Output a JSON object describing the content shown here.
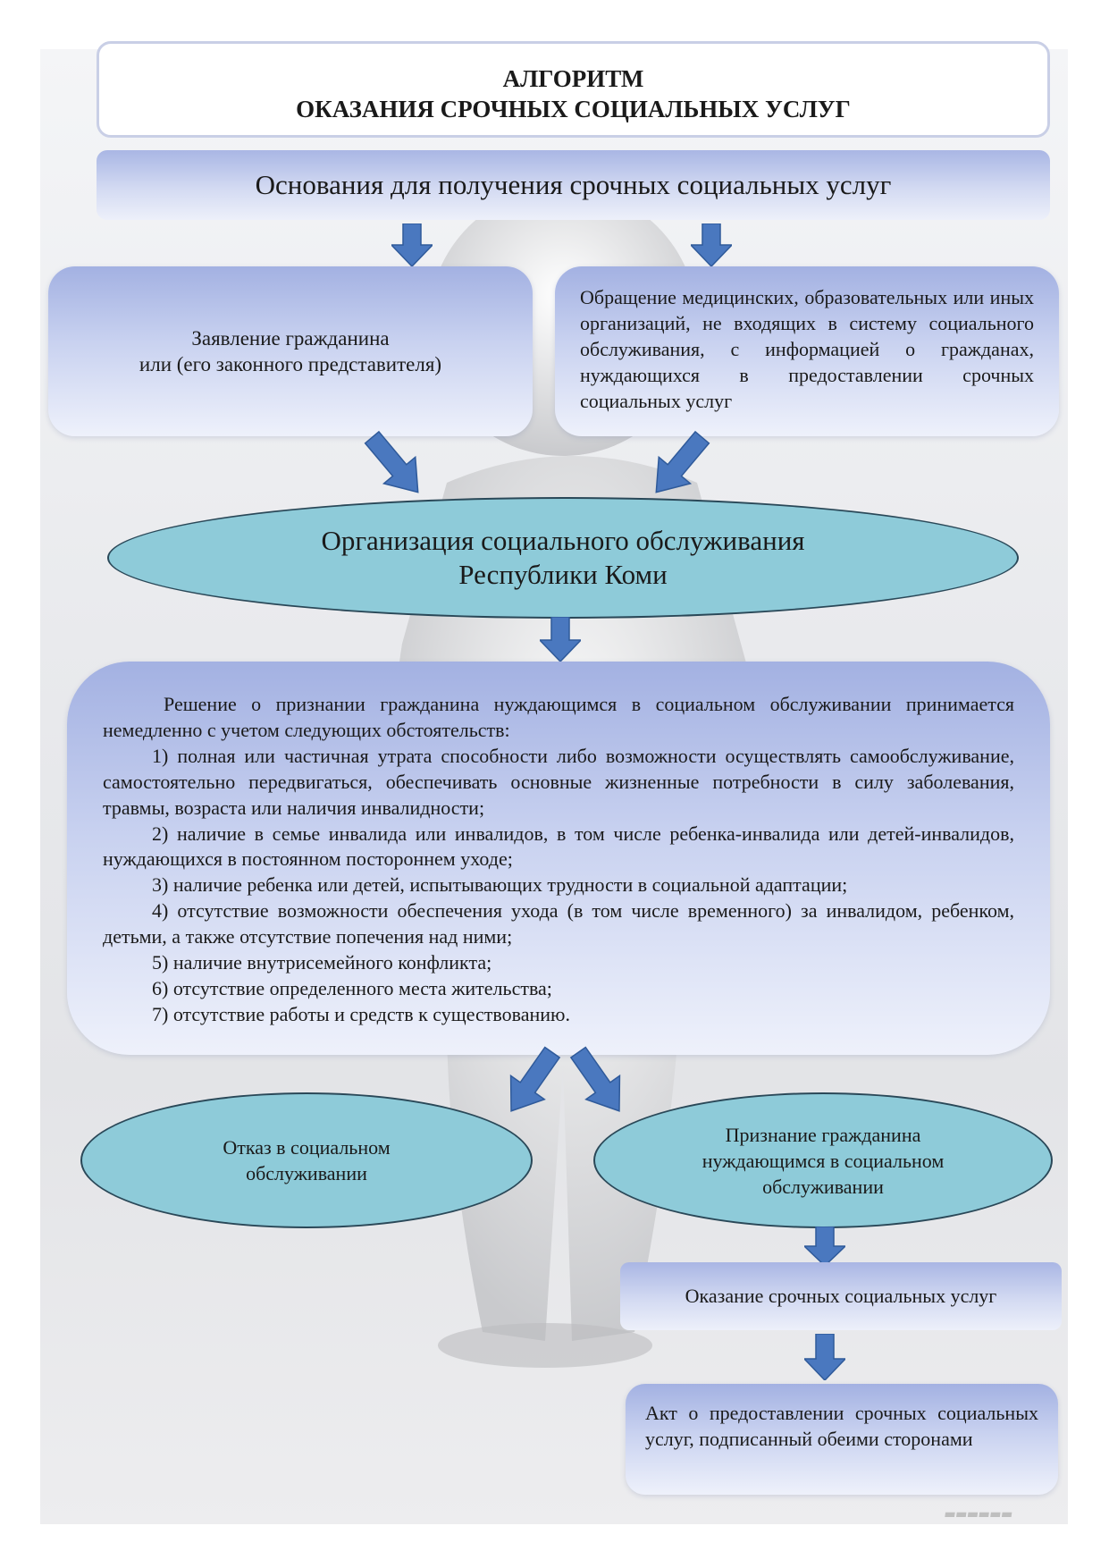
{
  "title": {
    "line1": "АЛГОРИТМ",
    "line2": "ОКАЗАНИЯ СРОЧНЫХ СОЦИАЛЬНЫХ УСЛУГ"
  },
  "basis": {
    "label": "Основания для получения срочных социальных услуг"
  },
  "left_card": {
    "text": "Заявление гражданина\nили  (его законного представителя)"
  },
  "right_card": {
    "text": "Обращение медицинских, образовательных или иных организаций, не входящих в систему социального обслуживания, с информацией о гражданах, нуждающихся в предоставлении срочных социальных услуг"
  },
  "organization": {
    "text": "Организация социального обслуживания\nРеспублики Коми"
  },
  "decision": {
    "intro": "Решение о признании гражданина нуждающимся в социальном обслуживании принимается немедленно с учетом следующих обстоятельств:",
    "items": [
      "1) полная или частичная утрата способности либо возможности осуществлять самообслуживание, самостоятельно передвигаться, обеспечивать основные жизненные потребности в силу заболевания, травмы, возраста или наличия инвалидности;",
      "2) наличие в семье инвалида или инвалидов, в том числе ребенка-инвалида или детей-инвалидов, нуждающихся в постоянном постороннем уходе;",
      "3) наличие ребенка или детей, испытывающих трудности в социальной адаптации;",
      "4) отсутствие возможности обеспечения ухода (в том числе временного) за инвалидом, ребенком, детьми, а также отсутствие попечения над ними;",
      "5) наличие внутрисемейного конфликта;",
      "6) отсутствие определенного места жительства;",
      "7) отсутствие работы и средств к существованию."
    ]
  },
  "refusal": {
    "text": "Отказ в социальном\nобслуживании"
  },
  "recognition": {
    "text": "Признание гражданина\nнуждающимся  в социальном\nобслуживании"
  },
  "provision": {
    "text": "Оказание срочных социальных услуг"
  },
  "act": {
    "text": "Акт о предоставлении срочных социальных услуг, подписанный обеими сторонами"
  },
  "colors": {
    "arrow": "#4a78bf",
    "ellipse_fill": "#8ecbd9",
    "card_top": "#a3b1e2",
    "card_bottom": "#eef1fb",
    "title_border": "#c9cfe6"
  }
}
